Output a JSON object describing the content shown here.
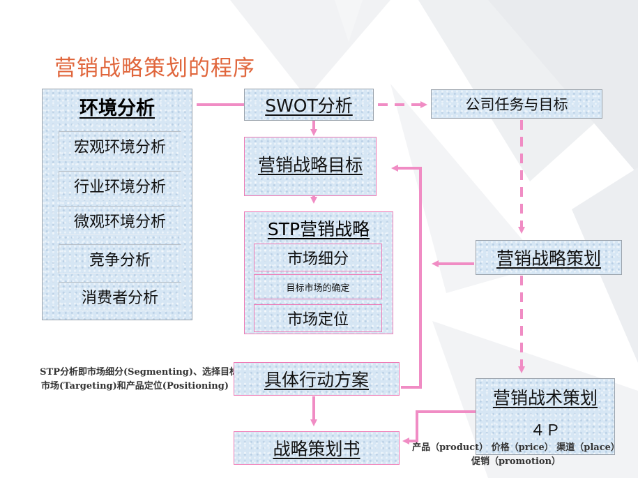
{
  "title": "营销战略策划的程序",
  "env": {
    "header": "环境分析",
    "items": [
      "宏观环境分析",
      "行业环境分析",
      "微观环境分析",
      "竞争分析",
      "消费者分析"
    ]
  },
  "swot": "SWOT分析",
  "mission": "公司任务与目标",
  "marketing_goal": "营销战略目标",
  "stp": {
    "header": "STP营销战略",
    "items": [
      "市场细分",
      "目标市场的确定",
      "市场定位"
    ]
  },
  "strategy_planning": "营销战略策划",
  "action_plan": "具体行动方案",
  "plan_book": "战略策划书",
  "tactics": {
    "header": "营销战术策划",
    "sub": "４Ｐ"
  },
  "stp_note": {
    "line1": "STP分析即市场细分(Segmenting)、选择目标",
    "line2": "市场(Targeting)和产品定位(Positioning)"
  },
  "fourp_note": {
    "line1": "产品（product） 价格（price） 渠道（place）",
    "line2": "促销（promotion）"
  },
  "colors": {
    "title": "#e0663c",
    "arrow": "#f08cc4",
    "box_fill": "#d6e6f4"
  }
}
